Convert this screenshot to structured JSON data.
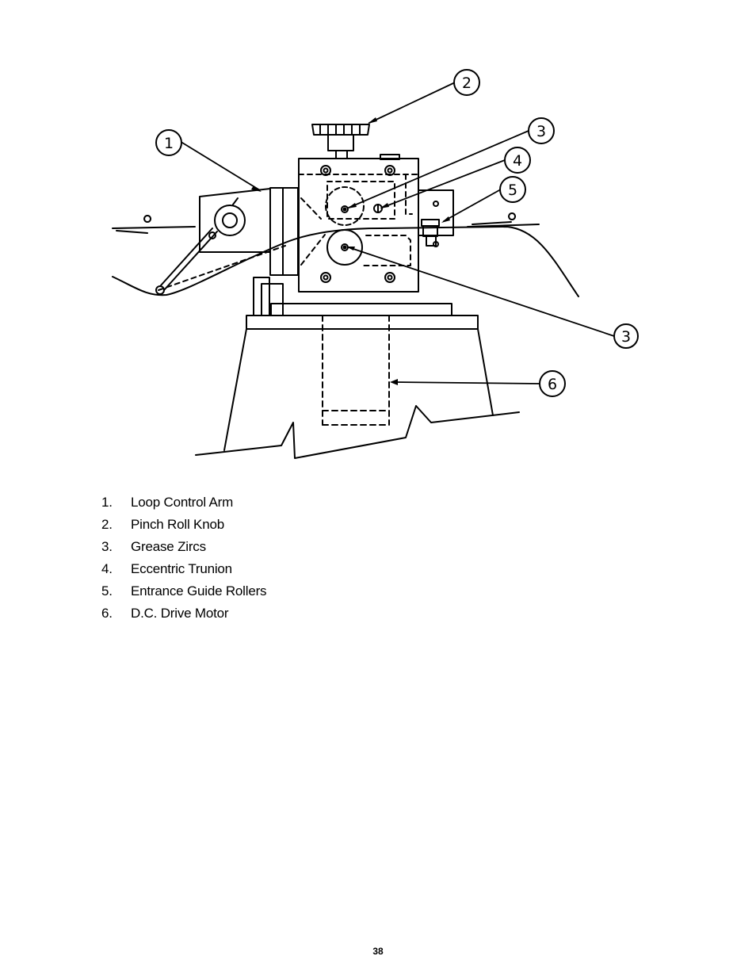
{
  "callouts": [
    "1",
    "2",
    "3",
    "4",
    "5",
    "3",
    "6"
  ],
  "legend": [
    {
      "num": "1.",
      "label": "Loop Control Arm"
    },
    {
      "num": "2.",
      "label": "Pinch Roll Knob"
    },
    {
      "num": "3.",
      "label": "Grease Zircs"
    },
    {
      "num": "4.",
      "label": "Eccentric Trunion"
    },
    {
      "num": "5.",
      "label": "Entrance Guide Rollers"
    },
    {
      "num": "6.",
      "label": "D.C. Drive Motor"
    }
  ],
  "page_number": "38"
}
